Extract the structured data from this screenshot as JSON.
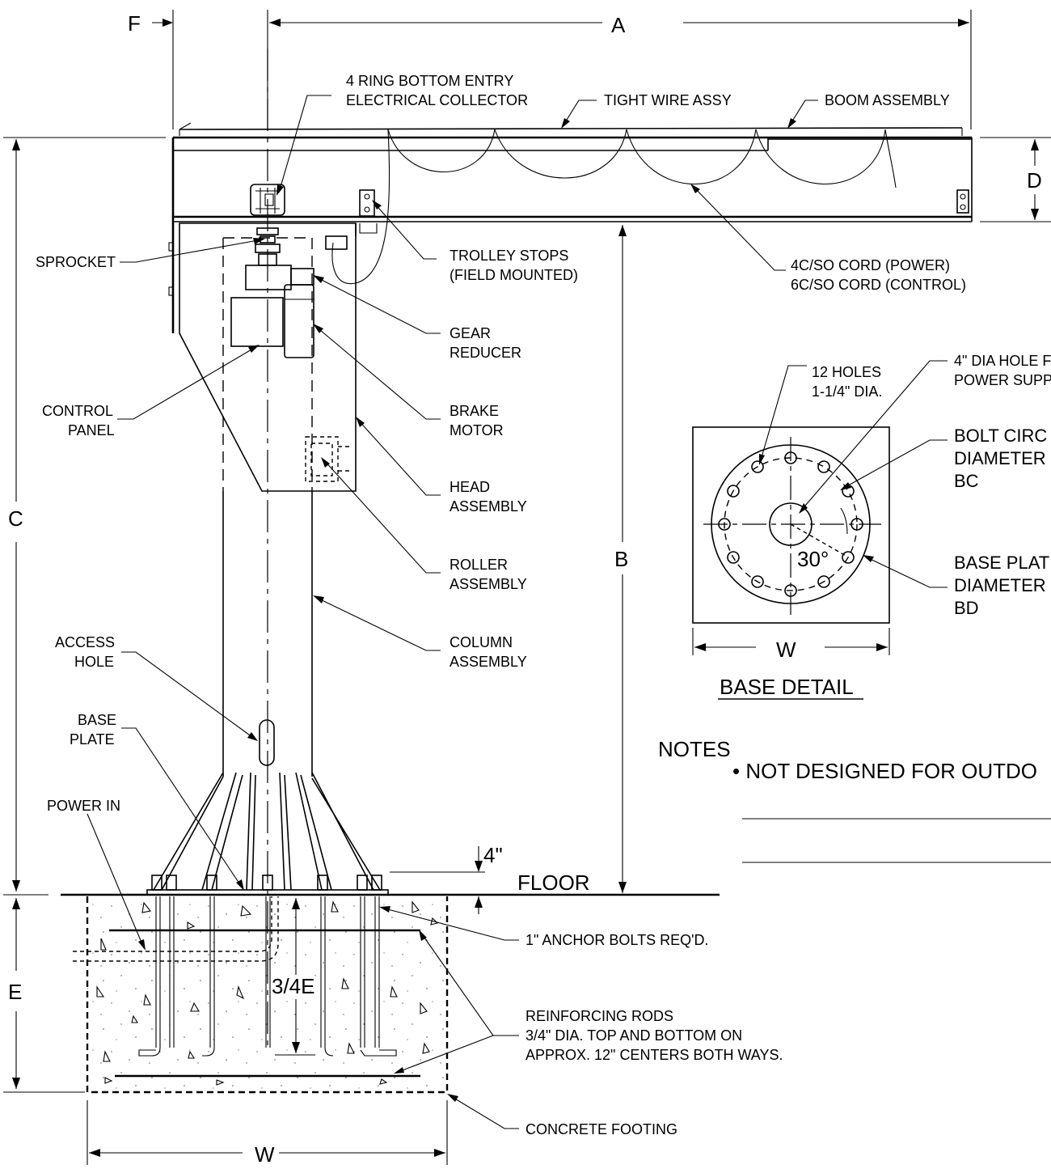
{
  "dimensions": {
    "A": "A",
    "B": "B",
    "C": "C",
    "D": "D",
    "E": "E",
    "F": "F",
    "W": "W",
    "three_quarter_E": "3/4E",
    "four_inch": "4\"",
    "angle": "30°"
  },
  "labels": {
    "collector_line1": "4 RING BOTTOM ENTRY",
    "collector_line2": "ELECTRICAL COLLECTOR",
    "tight_wire": "TIGHT WIRE ASSY",
    "boom": "BOOM ASSEMBLY",
    "sprocket": "SPROCKET",
    "trolley_line1": "TROLLEY STOPS",
    "trolley_line2": "(FIELD MOUNTED)",
    "cord_line1": "4C/SO CORD (POWER)",
    "cord_line2": "6C/SO CORD (CONTROL)",
    "gear_line1": "GEAR",
    "gear_line2": "REDUCER",
    "control_line1": "CONTROL",
    "control_line2": "PANEL",
    "brake_line1": "BRAKE",
    "brake_line2": "MOTOR",
    "head_line1": "HEAD",
    "head_line2": "ASSEMBLY",
    "roller_line1": "ROLLER",
    "roller_line2": "ASSEMBLY",
    "column_line1": "COLUMN",
    "column_line2": "ASSEMBLY",
    "access_line1": "ACCESS",
    "access_line2": "HOLE",
    "baseplate_line1": "BASE",
    "baseplate_line2": "PLATE",
    "power_in": "POWER IN",
    "floor": "FLOOR",
    "anchor_bolts": "1\" ANCHOR BOLTS REQ'D.",
    "rods_line1": "REINFORCING RODS",
    "rods_line2": "3/4\" DIA. TOP AND BOTTOM ON",
    "rods_line3": "APPROX. 12\" CENTERS BOTH WAYS.",
    "concrete": "CONCRETE FOOTING"
  },
  "base_detail": {
    "title": "BASE DETAIL",
    "holes_line1": "12 HOLES",
    "holes_line2": "1-1/4\" DIA.",
    "center_hole_line1": "4\" DIA HOLE F",
    "center_hole_line2": "POWER SUPP",
    "bolt_circle_line1": "BOLT CIRC",
    "bolt_circle_line2": "DIAMETER",
    "bolt_circle_line3": "BC",
    "base_plate_line1": "BASE PLAT",
    "base_plate_line2": "DIAMETER",
    "base_plate_line3": "BD"
  },
  "notes": {
    "heading": "NOTES",
    "item1": "• NOT DESIGNED FOR OUTDO"
  }
}
